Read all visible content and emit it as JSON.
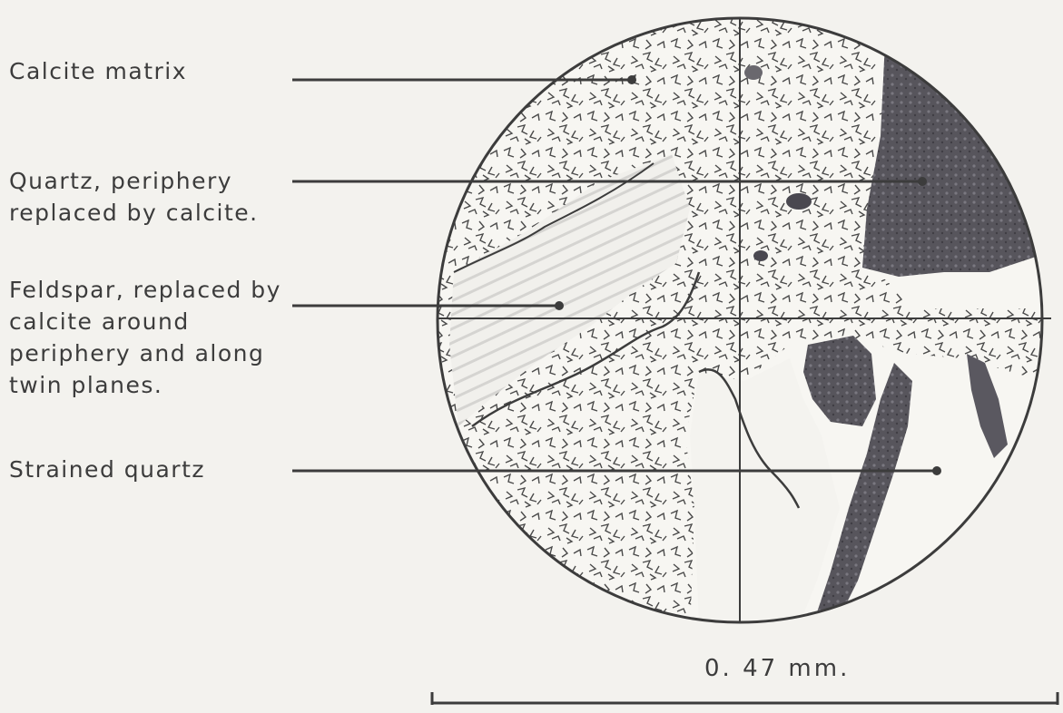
{
  "labels": {
    "calcite_matrix": "Calcite matrix",
    "quartz_line1": "Quartz, periphery",
    "quartz_line2": "replaced by calcite.",
    "feldspar_line1": "Feldspar, replaced by",
    "feldspar_line2": "calcite around",
    "feldspar_line3": "periphery and along",
    "feldspar_line4": "twin planes.",
    "strained_quartz": "Strained quartz"
  },
  "scale": {
    "label": "0. 47 mm."
  },
  "colors": {
    "ink": "#3c3c3c",
    "paper": "#f3f2ee",
    "dark_mineral": "#55535a",
    "shade": "#bdbcbc"
  }
}
